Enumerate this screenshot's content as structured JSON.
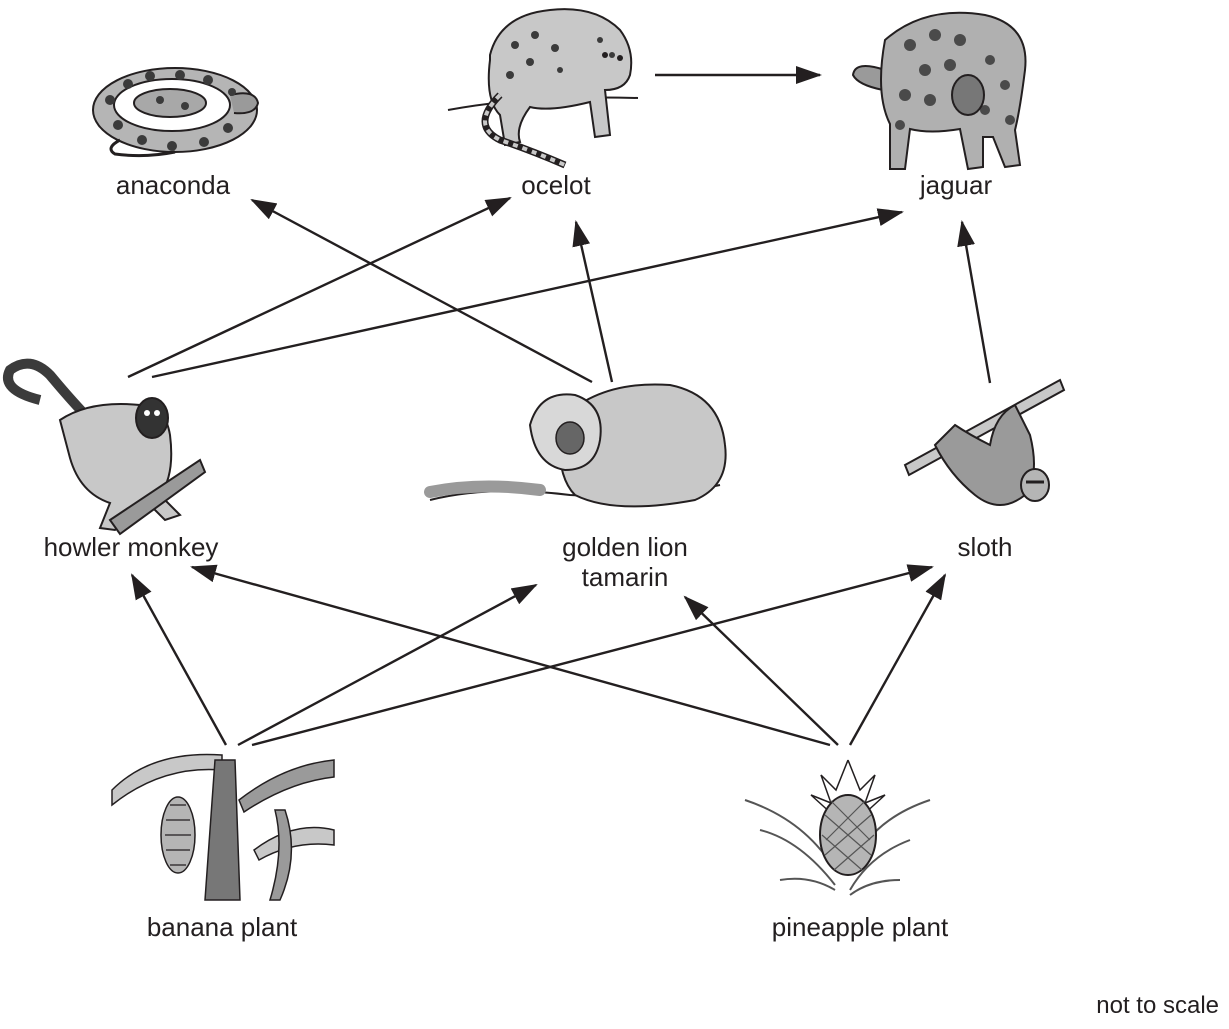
{
  "organisms": {
    "anaconda": "anaconda",
    "ocelot": "ocelot",
    "jaguar": "jaguar",
    "howler_monkey": "howler monkey",
    "golden_lion_tamarin": "golden lion\ntamarin",
    "sloth": "sloth",
    "banana_plant": "banana plant",
    "pineapple_plant": "pineapple plant"
  },
  "note": "not to scale",
  "feeding_links": [
    {
      "from": "ocelot",
      "to": "jaguar"
    },
    {
      "from": "golden_lion_tamarin",
      "to": "anaconda"
    },
    {
      "from": "golden_lion_tamarin",
      "to": "ocelot"
    },
    {
      "from": "howler_monkey",
      "to": "ocelot"
    },
    {
      "from": "howler_monkey",
      "to": "jaguar"
    },
    {
      "from": "sloth",
      "to": "jaguar"
    },
    {
      "from": "banana_plant",
      "to": "howler_monkey"
    },
    {
      "from": "banana_plant",
      "to": "golden_lion_tamarin"
    },
    {
      "from": "banana_plant",
      "to": "sloth"
    },
    {
      "from": "pineapple_plant",
      "to": "howler_monkey"
    },
    {
      "from": "pineapple_plant",
      "to": "golden_lion_tamarin"
    },
    {
      "from": "pineapple_plant",
      "to": "sloth"
    }
  ],
  "colors": {
    "ink": "#231f20",
    "fill_light": "#c8c8c8",
    "fill_mid": "#9a9a9a",
    "fill_dark": "#555555"
  }
}
